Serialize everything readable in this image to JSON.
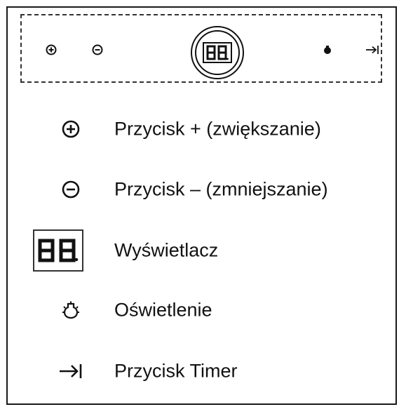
{
  "panel": {
    "icons": [
      "plus-circle-icon",
      "minus-circle-icon",
      "display-icon",
      "light-icon",
      "timer-icon"
    ]
  },
  "legend": {
    "items": [
      {
        "icon": "plus-circle-icon",
        "label": "Przycisk + (zwiększanie)"
      },
      {
        "icon": "minus-circle-icon",
        "label": "Przycisk – (zmniejszanie)"
      },
      {
        "icon": "display-icon",
        "label": "Wyświetlacz"
      },
      {
        "icon": "light-icon",
        "label": "Oświetlenie"
      },
      {
        "icon": "timer-icon",
        "label": "Przycisk Timer"
      }
    ]
  }
}
